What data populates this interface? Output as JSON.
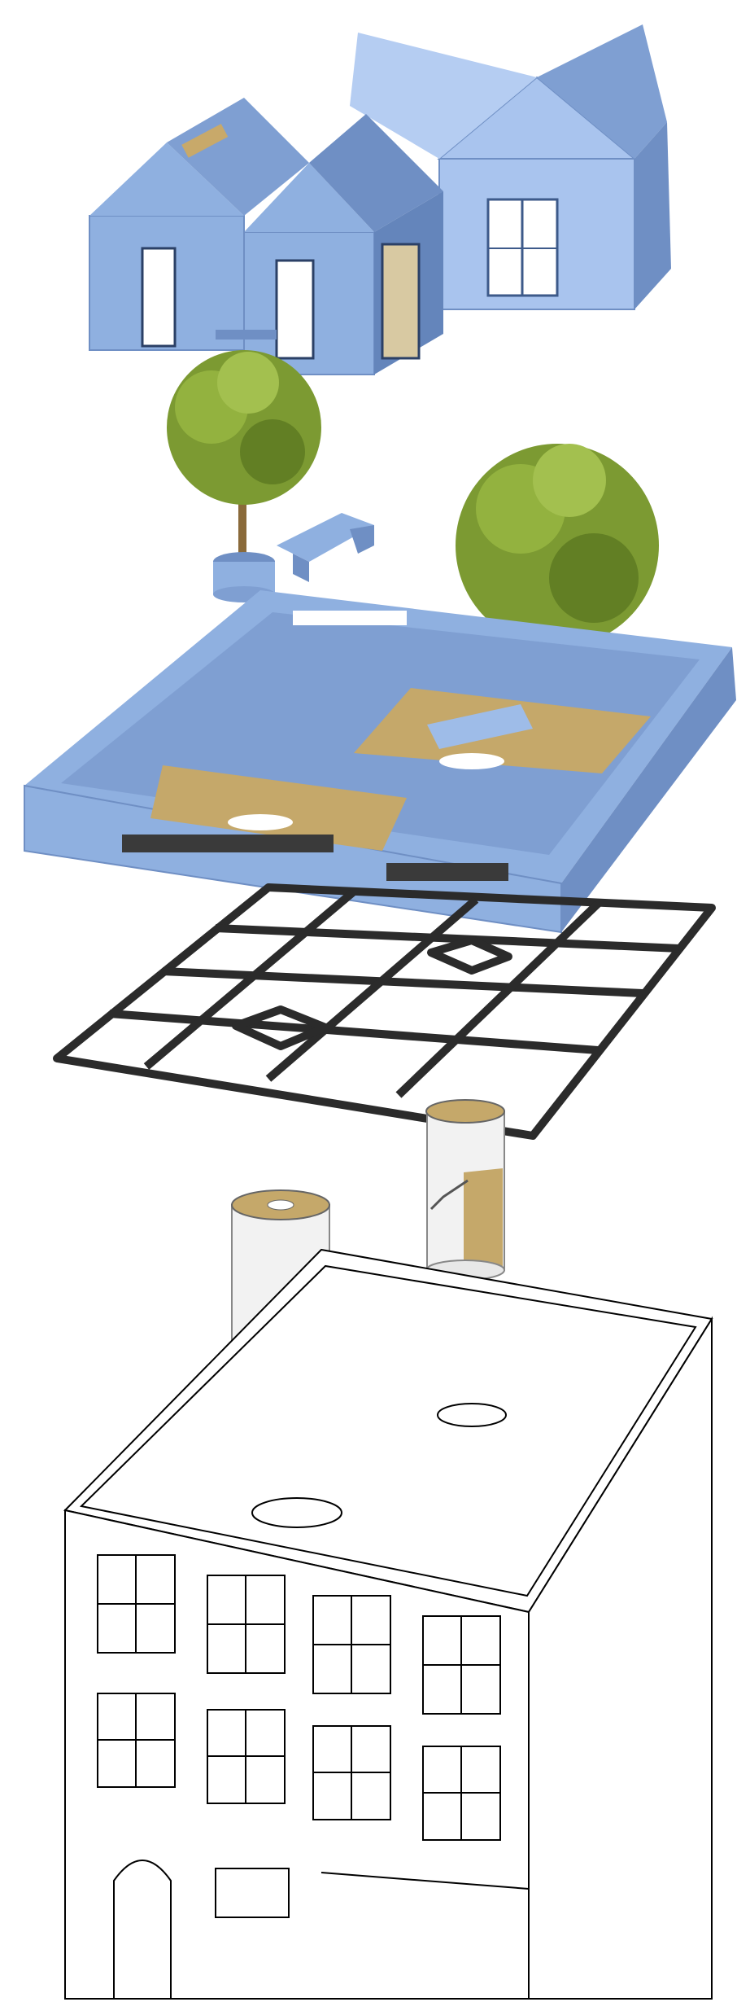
{
  "figure": {
    "layers": [
      {
        "key": "rooftop-houses",
        "label": ""
      },
      {
        "key": "trees-planters-benches",
        "label": ""
      },
      {
        "key": "roof-deck-tray",
        "label": ""
      },
      {
        "key": "steel-frame",
        "label": ""
      },
      {
        "key": "spiral-stair-towers",
        "label": ""
      },
      {
        "key": "existing-building",
        "label": ""
      }
    ],
    "colors": {
      "house_blue": "#8fb0e0",
      "house_blue_dark": "#6f8fc4",
      "house_blue_light": "#a9c4ee",
      "wood": "#b89a5e",
      "steel": "#2b2b2b",
      "foliage": "#7c9a32",
      "line": "#000000"
    }
  }
}
